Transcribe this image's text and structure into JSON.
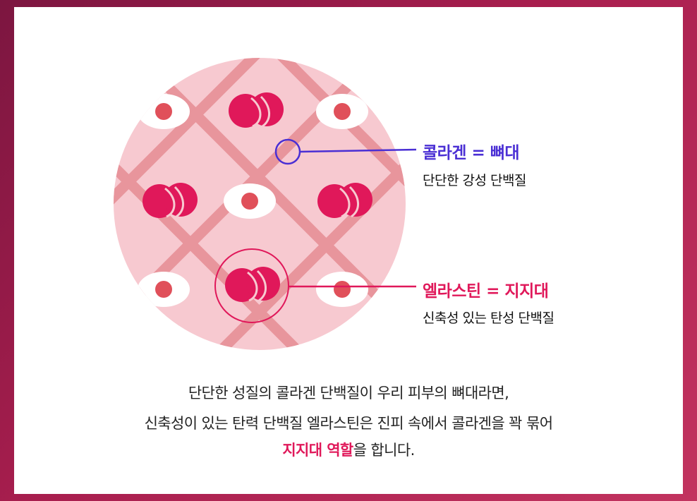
{
  "collagen": {
    "title": "콜라겐 = 뼈대",
    "subtitle": "단단한 강성 단백질",
    "color": "#4a2fd4"
  },
  "elastin": {
    "title": "엘라스틴 = 지지대",
    "subtitle": "신축성 있는 탄성 단백질",
    "color": "#e0185a"
  },
  "caption": {
    "line1": "단단한 성질의 콜라겐 단백질이 우리 피부의 뼈대라면,",
    "line2": "신축성이 있는 탄력 단백질 엘라스틴은 진피 속에서 콜라겐을 꽉 묶어",
    "line3_highlight": "지지대 역할",
    "line3_rest": "을 합니다."
  },
  "colors": {
    "background": "#a81e4e",
    "circle_fill": "#f7c9d0",
    "fiber": "#e8959c",
    "knot": "#e0185a",
    "cell_dot": "#e0505a"
  }
}
